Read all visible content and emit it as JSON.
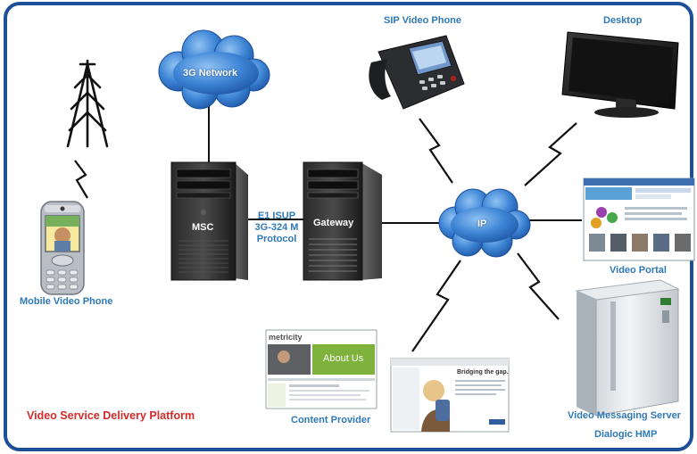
{
  "diagram": {
    "title": "Video Service Delivery Platform",
    "nodes": {
      "mobile_phone": "Mobile Video Phone",
      "network_3g": "3G Network",
      "msc": "MSC",
      "gateway": "Gateway",
      "ip": "IP",
      "sip_phone": "SIP Video Phone",
      "desktop": "Desktop",
      "video_portal": "Video Portal",
      "content_provider": "Content Provider",
      "messaging_server": "Video Messaging Server",
      "dialogic_hmp": "Dialogic HMP"
    },
    "protocol_lines": [
      "E1 ISUP",
      "3G-324 M",
      "Protocol"
    ],
    "screenshots": {
      "content_brand": "metricity",
      "content_heading": "About Us",
      "portal_heading": "Bridging the gap."
    }
  },
  "colors": {
    "border": "#1e4f99",
    "label": "#2f78b7",
    "title": "#d42a2a",
    "cloud": "#3f86d6",
    "link": "#111111"
  }
}
